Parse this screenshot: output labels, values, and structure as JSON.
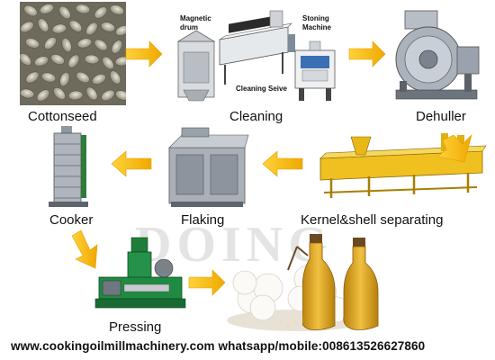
{
  "stages": {
    "cottonseed": "Cottonseed",
    "cleaning": "Cleaning",
    "dehuller": "Dehuller",
    "kernel_shell": "Kernel&shell separating",
    "flaking": "Flaking",
    "cooker": "Cooker",
    "pressing": "Pressing"
  },
  "machine_labels": {
    "magnetic_drum_1": "Magnetic",
    "magnetic_drum_2": "drum",
    "stoning_1": "Stoning",
    "stoning_2": "Machine",
    "cleaning_sieve": "Cleaning Seive"
  },
  "watermark": "DOING",
  "footer": "www.cookingoilmillmachinery.com whatsapp/mobile:008613526627860",
  "colors": {
    "arrow": "#f5b800",
    "oil": "#d49a12",
    "machine_body": "#9aa3ad",
    "conveyor": "#f0c020"
  }
}
